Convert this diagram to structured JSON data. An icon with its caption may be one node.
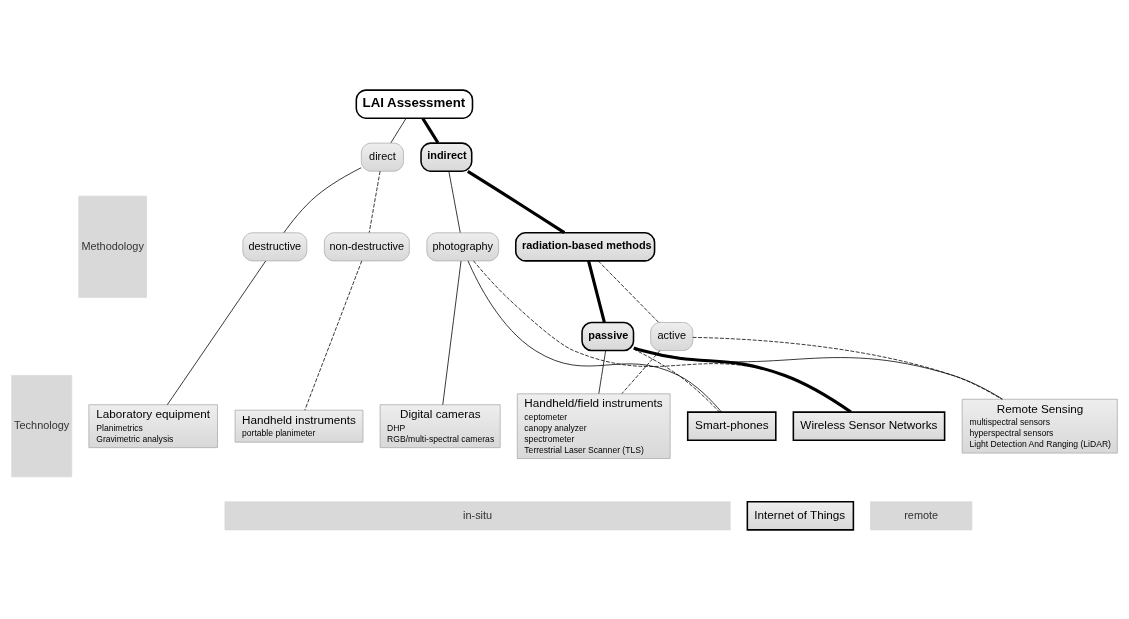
{
  "diagram": {
    "nodes": [
      {
        "text": [
          "LAI Assessment"
        ]
      },
      {
        "text": [
          "direct"
        ]
      },
      {
        "text": [
          "indirect"
        ]
      },
      {
        "text": [
          "destructive"
        ]
      },
      {
        "text": [
          "non-destructive"
        ]
      },
      {
        "text": [
          "photography"
        ]
      },
      {
        "text": [
          "radiation-based methods"
        ]
      },
      {
        "text": [
          "passive"
        ]
      },
      {
        "text": [
          "active"
        ]
      },
      {
        "text": [
          "Laboratory equipment",
          "Planimetrics",
          "Gravimetric analysis"
        ]
      },
      {
        "text": [
          "Handheld instruments",
          "portable planimeter"
        ]
      },
      {
        "text": [
          "Digital cameras",
          "DHP",
          "RGB/multi-spectral cameras"
        ]
      },
      {
        "text": [
          "Handheld/field instruments",
          "ceptometer",
          "canopy analyzer",
          "spectrometer",
          "Terrestrial Laser Scanner (TLS)"
        ]
      },
      {
        "text": [
          "Smart-phones"
        ]
      },
      {
        "text": [
          "Wireless Sensor Networks"
        ]
      },
      {
        "text": [
          "Internet of Things"
        ]
      },
      {
        "text": [
          "Remote Sensing",
          "multispectral sensors",
          "hyperspectral sensors",
          "Light Detection And Ranging (LiDAR)"
        ]
      },
      {
        "text": [
          "Methodology"
        ]
      },
      {
        "text": [
          "Technology"
        ]
      },
      {
        "text": [
          "in-situ"
        ]
      },
      {
        "text": [
          "remote"
        ]
      }
    ],
    "edges": [
      {
        "from": 0,
        "to": 1,
        "arrow": "none"
      },
      {
        "from": 0,
        "to": 2,
        "arrow": "none",
        "style": "thick"
      },
      {
        "from": 1,
        "to": 3,
        "arrow": "none"
      },
      {
        "from": 1,
        "to": 4,
        "arrow": "none",
        "style": "dashed"
      },
      {
        "from": 2,
        "to": 5,
        "arrow": "none"
      },
      {
        "from": 2,
        "to": 6,
        "arrow": "none",
        "style": "thick"
      },
      {
        "from": 6,
        "to": 7,
        "arrow": "none",
        "style": "thick"
      },
      {
        "from": 6,
        "to": 8,
        "arrow": "none",
        "style": "dashed"
      },
      {
        "from": 3,
        "to": 9,
        "arrow": "none"
      },
      {
        "from": 4,
        "to": 10,
        "arrow": "none",
        "style": "dashed"
      },
      {
        "from": 5,
        "to": 11,
        "arrow": "none"
      },
      {
        "from": 5,
        "to": 13,
        "arrow": "none"
      },
      {
        "from": 5,
        "to": 14,
        "arrow": "none",
        "style": "dashed"
      },
      {
        "from": 7,
        "to": 12,
        "arrow": "none"
      },
      {
        "from": 7,
        "to": 13,
        "arrow": "none",
        "style": "dashed"
      },
      {
        "from": 7,
        "to": 14,
        "arrow": "none",
        "style": "thick"
      },
      {
        "from": 7,
        "to": 16,
        "arrow": "none"
      },
      {
        "from": 8,
        "to": 12,
        "arrow": "none",
        "style": "dashed"
      },
      {
        "from": 8,
        "to": 16,
        "arrow": "none",
        "style": "dashed"
      }
    ]
  }
}
